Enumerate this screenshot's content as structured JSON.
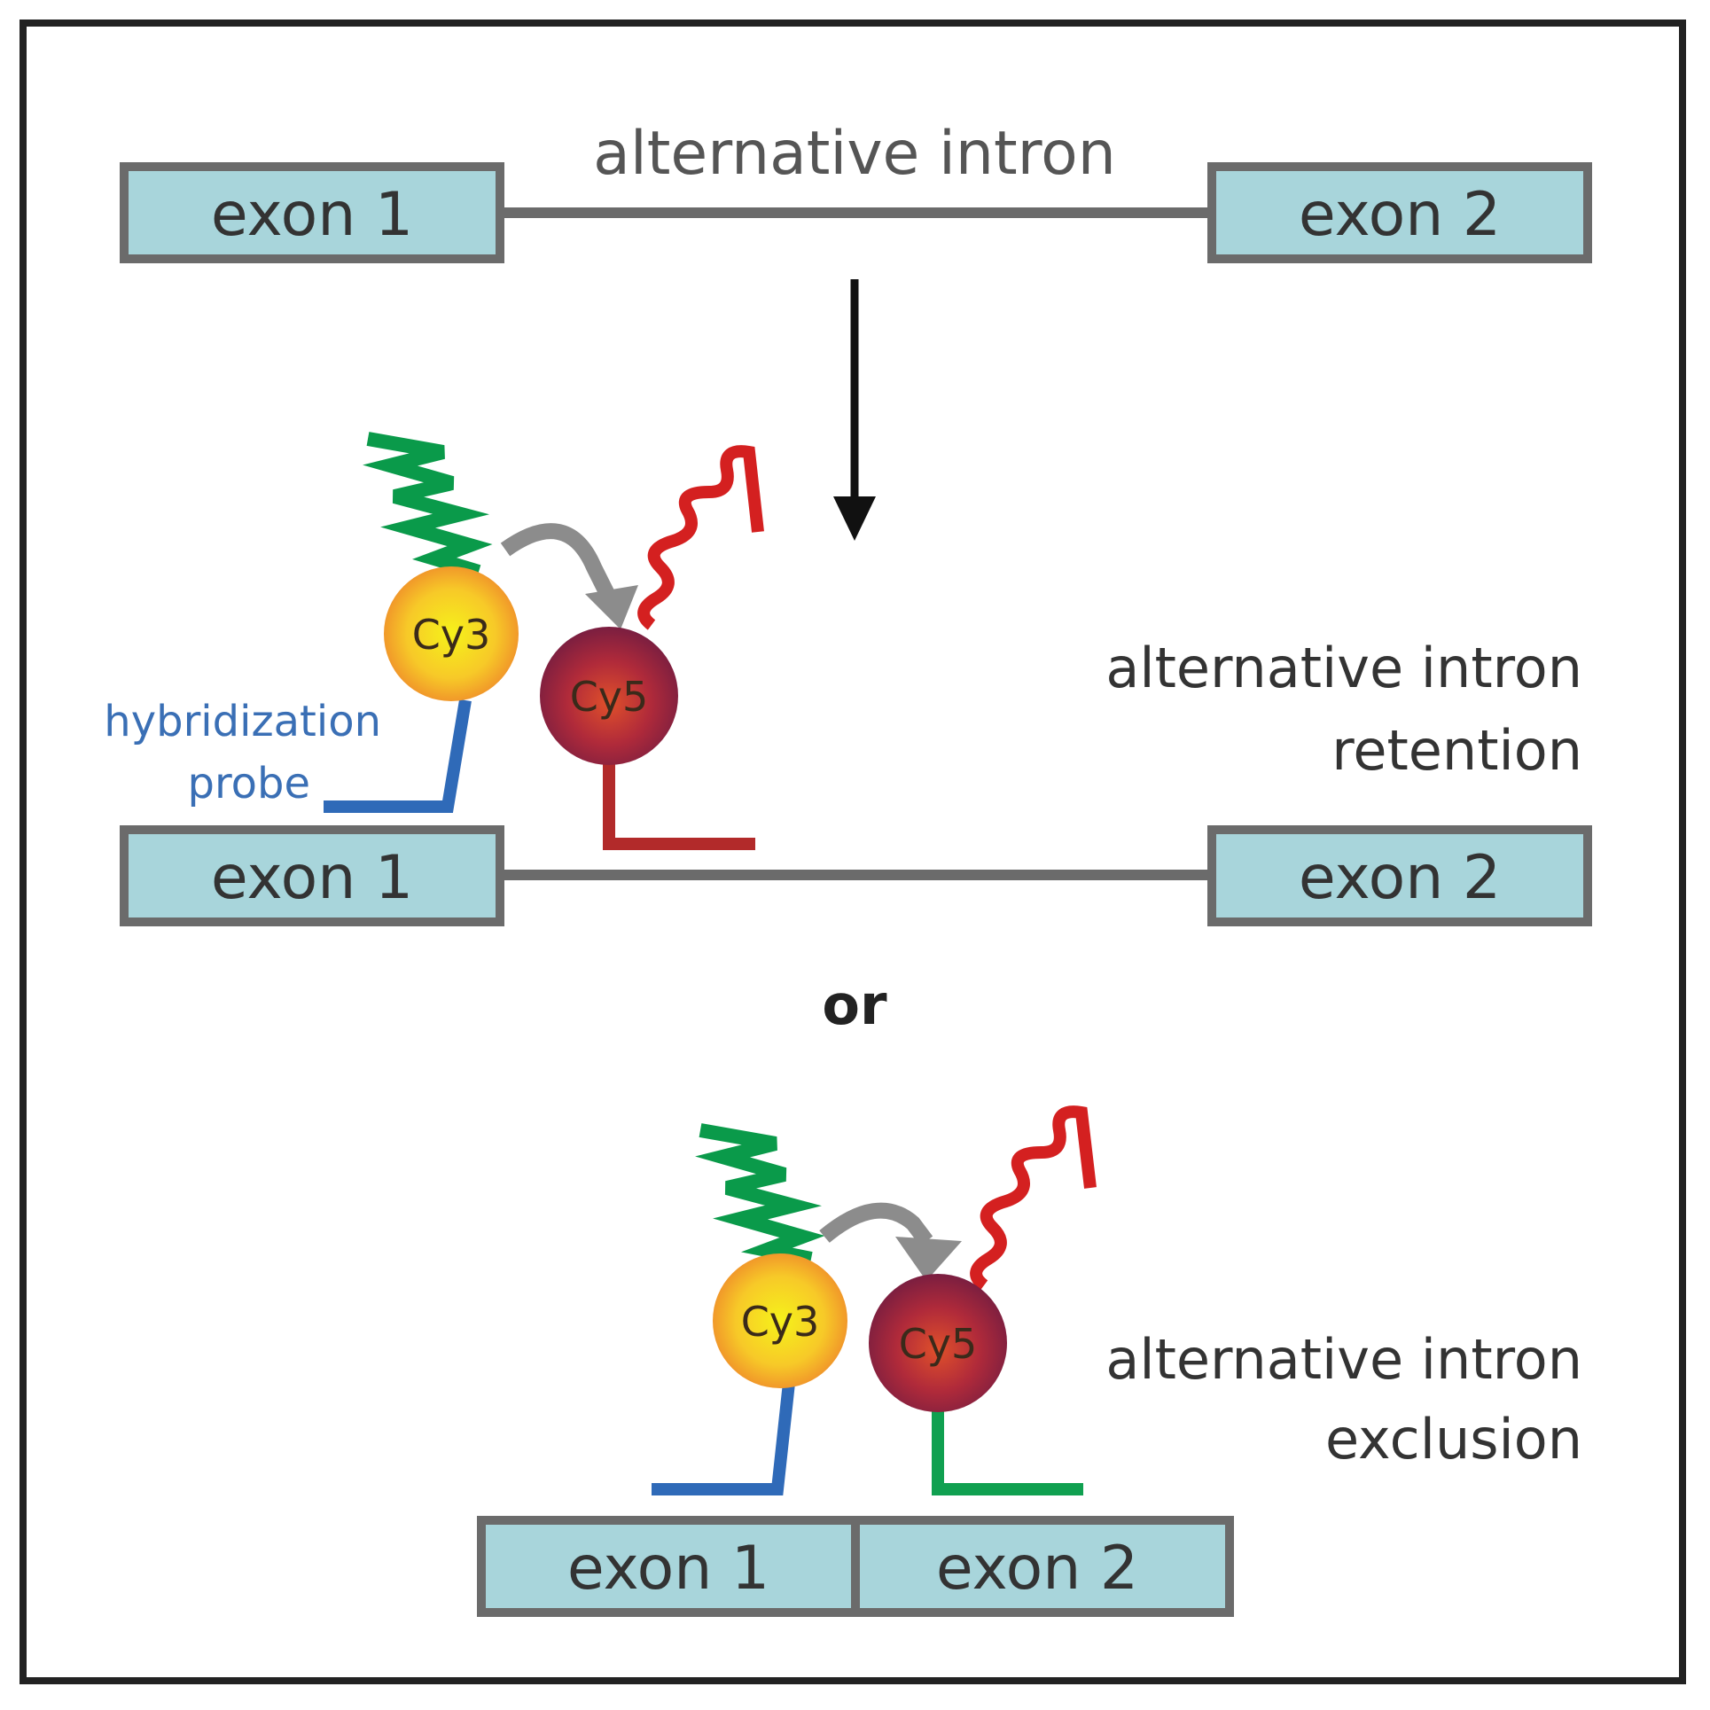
{
  "top_diagram": {
    "intron_label": "alternative intron",
    "exon1_label": "exon 1",
    "exon2_label": "exon 2"
  },
  "retention": {
    "label_line1": "alternative intron",
    "label_line2": "retention",
    "probe_label_line1": "hybridization",
    "probe_label_line2": "probe",
    "donor_label": "Cy3",
    "acceptor_label": "Cy5",
    "exon1_label": "exon 1",
    "exon2_label": "exon 2"
  },
  "separator": "or",
  "exclusion": {
    "label_line1": "alternative intron",
    "label_line2": "exclusion",
    "donor_label": "Cy3",
    "acceptor_label": "Cy5",
    "exon1_label": "exon 1",
    "exon2_label": "exon 2"
  },
  "colors": {
    "exon_fill": "#a8d5db",
    "exon_stroke": "#6b6b6b",
    "intron_line": "#6b6b6b",
    "green_emission": "#0a9a4a",
    "red_emission": "#d42020",
    "fret_arrow": "#8c8c8c",
    "probe_blue": "#2f6ab8",
    "probe_red": "#b22a2a",
    "probe_green": "#10a050"
  }
}
